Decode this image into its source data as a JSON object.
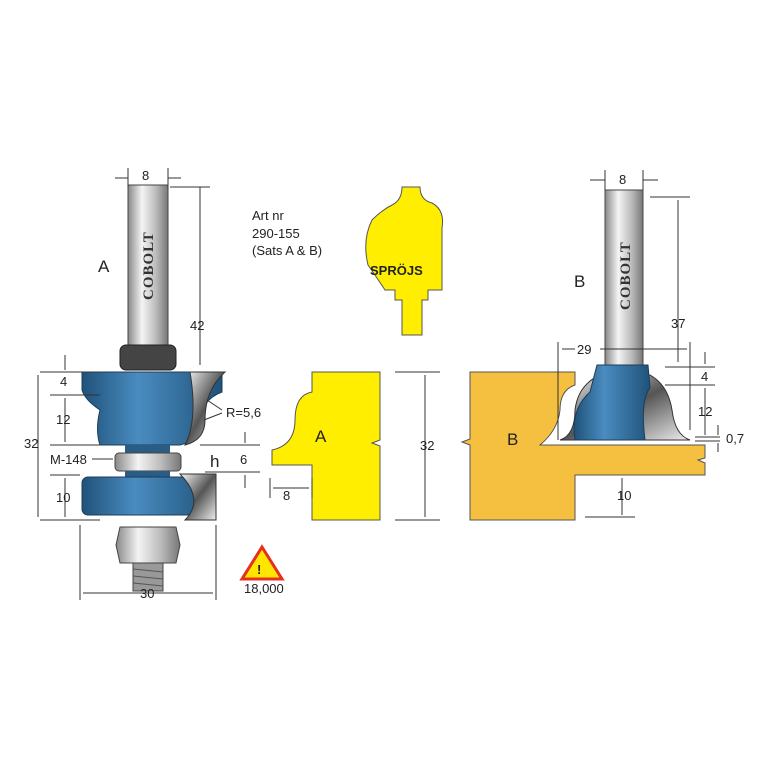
{
  "colors": {
    "blue": "#2f6f9f",
    "yellow": "#ffee00",
    "orange": "#f5c040",
    "warning": "#e53020"
  },
  "bit_a": {
    "label": "A",
    "brand": "COBOLT",
    "shank": "8",
    "shank_len": "42",
    "top": "4",
    "profile": "12",
    "total": "32",
    "radius": "R=5,6",
    "bearing": "M-148",
    "h": "h",
    "gap": "6",
    "lower": "10",
    "diameter": "30"
  },
  "warning": {
    "symbol": "!",
    "rpm": "18,000"
  },
  "article": {
    "label": "Art nr",
    "number": "290-155",
    "set": "(Sats A & B)"
  },
  "sprojs": {
    "label": "SPRÖJS"
  },
  "profile_a": {
    "label": "A",
    "width": "8",
    "height": "32"
  },
  "profile_b": {
    "label": "B",
    "depth": "10"
  },
  "bit_b": {
    "label": "B",
    "brand": "COBOLT",
    "shank": "8",
    "shank_len": "37",
    "width": "29",
    "top": "4",
    "profile": "12",
    "offset": "0,7"
  }
}
